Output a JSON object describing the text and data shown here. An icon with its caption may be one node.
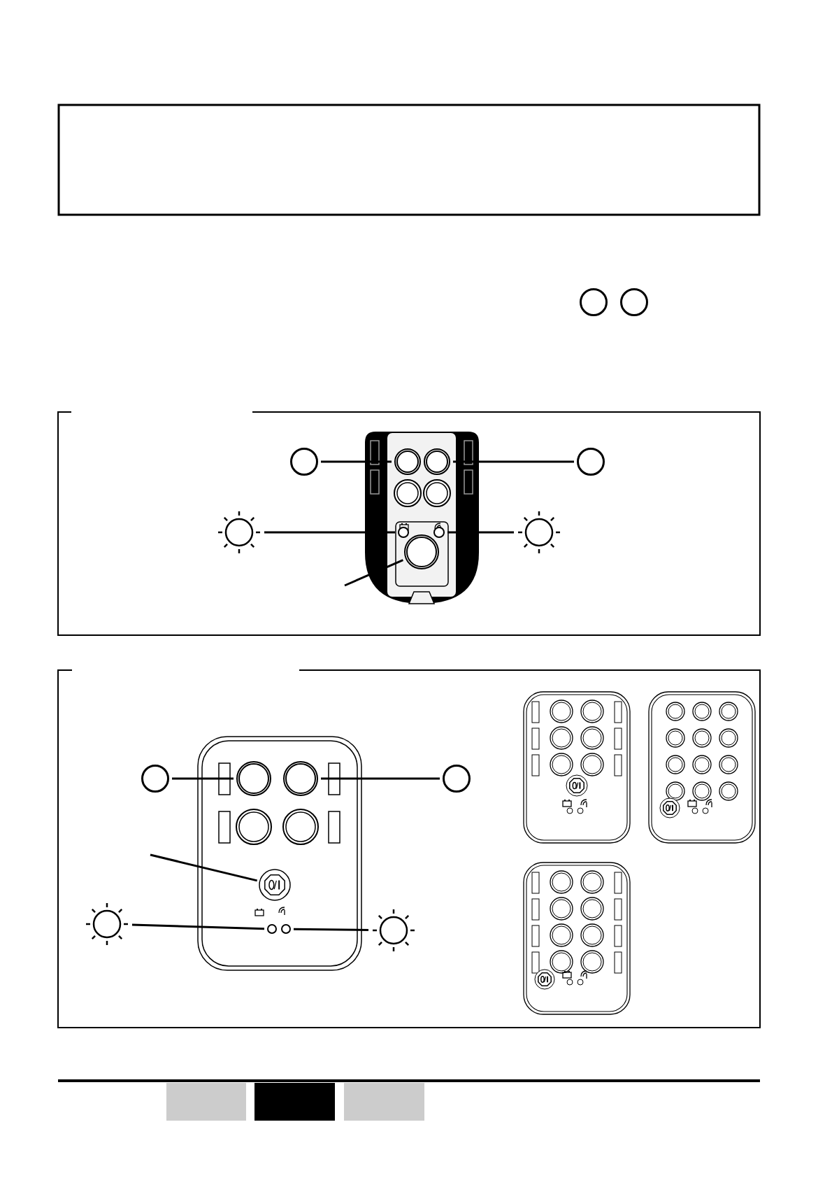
{
  "diagram": {
    "nodes": [
      {
        "text": [],
        "shape": "circle"
      },
      {
        "text": [],
        "shape": "circle"
      },
      {
        "text": [],
        "shape": "circle"
      },
      {
        "text": [],
        "shape": "circle"
      },
      {
        "text": [],
        "shape": "circle"
      },
      {
        "text": [],
        "shape": "circle"
      },
      {
        "text": [],
        "shape": "sun"
      },
      {
        "text": [],
        "shape": "circle"
      },
      {
        "text": [],
        "shape": "circle"
      },
      {
        "text": [],
        "shape": "sun"
      },
      {
        "text": [],
        "shape": "circle"
      },
      {
        "text": [],
        "shape": "circle"
      },
      {
        "text": [],
        "shape": "circle"
      },
      {
        "text": [],
        "shape": "circle"
      },
      {
        "text": [],
        "shape": "circle"
      },
      {
        "text": [],
        "shape": "button"
      },
      {
        "text": [],
        "shape": "sun"
      },
      {
        "text": [],
        "shape": "circle"
      },
      {
        "text": [],
        "shape": "circle"
      },
      {
        "text": [],
        "shape": "sun"
      }
    ],
    "edges": [
      {
        "from": 2,
        "to": 3,
        "arrow": "none"
      },
      {
        "from": 4,
        "to": 5,
        "arrow": "none"
      },
      {
        "from": 6,
        "to": 7,
        "arrow": "none"
      },
      {
        "from": 8,
        "to": 9,
        "arrow": "none"
      },
      {
        "from": null,
        "to": 10,
        "arrow": "none"
      },
      {
        "from": 11,
        "to": 12,
        "arrow": "none"
      },
      {
        "from": 13,
        "to": 14,
        "arrow": "none"
      },
      {
        "from": null,
        "to": 15,
        "arrow": "none"
      },
      {
        "from": 16,
        "to": 17,
        "arrow": "none"
      },
      {
        "from": 18,
        "to": 19,
        "arrow": "none"
      }
    ]
  }
}
